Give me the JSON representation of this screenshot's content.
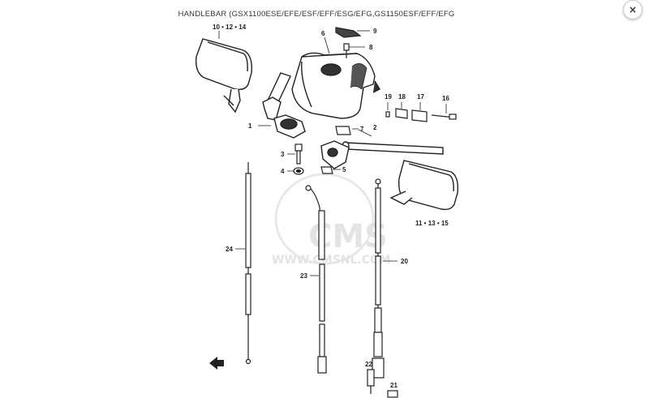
{
  "diagram": {
    "title": "HANDLEBAR (GSX1100ESE/EFE/ESF/EFF/ESG/EFG,GS1150ESF/EFF/EFG",
    "watermark_logo": "CMS",
    "watermark_url": "WWW.CMSNL.COM",
    "callouts": {
      "c1": "1",
      "c2": "2",
      "c3": "3",
      "c4": "4",
      "c5": "5",
      "c6": "6",
      "c7": "7",
      "c8": "8",
      "c9": "9",
      "c10_12_14": "10 • 12 • 14",
      "c11_13_15": "11 • 13 • 15",
      "c16": "16",
      "c17": "17",
      "c18": "18",
      "c19": "19",
      "c20": "20",
      "c21": "21",
      "c22": "22",
      "c23": "23",
      "c24": "24"
    }
  },
  "controls": {
    "close_label": "×"
  },
  "icons": {
    "close": "close-icon",
    "front": "front-arrow-icon"
  }
}
